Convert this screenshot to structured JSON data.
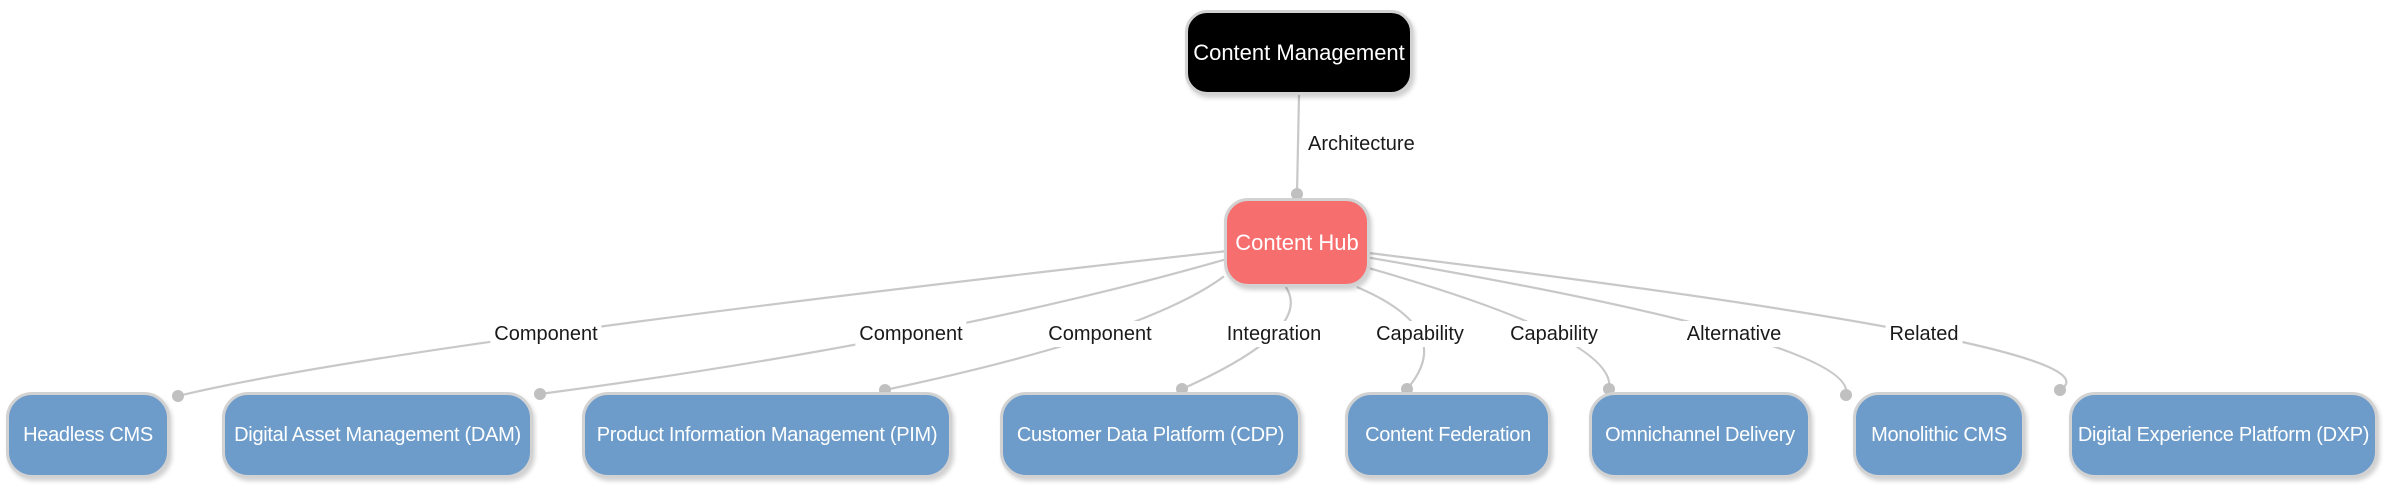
{
  "diagram": {
    "nodes": [
      {
        "id": "content-management",
        "label": "Content Management",
        "type": "root"
      },
      {
        "id": "content-hub",
        "label": "Content Hub",
        "type": "hub"
      },
      {
        "id": "headless-cms",
        "label": "Headless CMS",
        "type": "leaf"
      },
      {
        "id": "dam",
        "label": "Digital Asset Management (DAM)",
        "type": "leaf"
      },
      {
        "id": "pim",
        "label": "Product Information Management (PIM)",
        "type": "leaf"
      },
      {
        "id": "cdp",
        "label": "Customer Data Platform (CDP)",
        "type": "leaf"
      },
      {
        "id": "content-federation",
        "label": "Content Federation",
        "type": "leaf"
      },
      {
        "id": "omnichannel-delivery",
        "label": "Omnichannel Delivery",
        "type": "leaf"
      },
      {
        "id": "monolithic-cms",
        "label": "Monolithic CMS",
        "type": "leaf"
      },
      {
        "id": "dxp",
        "label": "Digital Experience Platform (DXP)",
        "type": "leaf"
      }
    ],
    "edges": [
      {
        "from": "content-management",
        "to": "content-hub",
        "label": "Architecture"
      },
      {
        "from": "content-hub",
        "to": "headless-cms",
        "label": "Component"
      },
      {
        "from": "content-hub",
        "to": "dam",
        "label": "Component"
      },
      {
        "from": "content-hub",
        "to": "pim",
        "label": "Component"
      },
      {
        "from": "content-hub",
        "to": "cdp",
        "label": "Integration"
      },
      {
        "from": "content-hub",
        "to": "content-federation",
        "label": "Capability"
      },
      {
        "from": "content-hub",
        "to": "omnichannel-delivery",
        "label": "Capability"
      },
      {
        "from": "content-hub",
        "to": "monolithic-cms",
        "label": "Alternative"
      },
      {
        "from": "content-hub",
        "to": "dxp",
        "label": "Related"
      }
    ],
    "colors": {
      "background": "#ffffff",
      "root_fill": "#000000",
      "root_text": "#ffffff",
      "hub_fill": "#f76e6e",
      "hub_text": "#ffffff",
      "leaf_fill": "#6d9cca",
      "leaf_text": "#ffffff",
      "node_border": "#d2d2d2",
      "edge_line": "#c8c8c8",
      "edge_dot": "#c0c0c0",
      "edge_label_text": "#1a1a1a"
    }
  }
}
